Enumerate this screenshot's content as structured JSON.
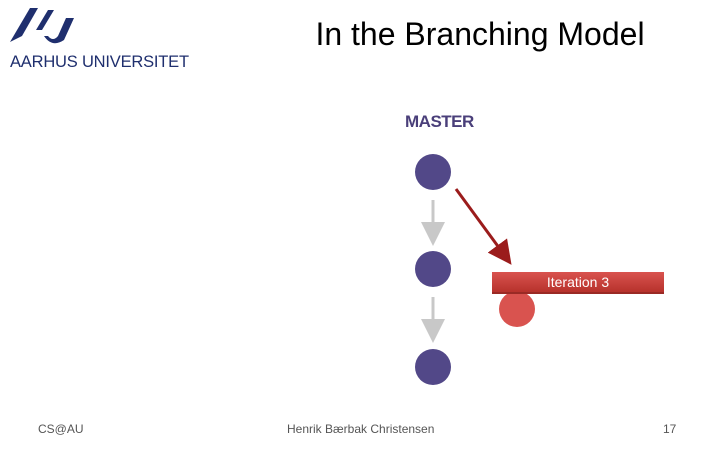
{
  "logo": {
    "text": "AARHUS UNIVERSITET",
    "brand_color": "#1f2f6e"
  },
  "slide": {
    "title": "In the Branching Model"
  },
  "diagram": {
    "master_label": "MASTER",
    "branch_label": "Iteration 3",
    "colors": {
      "master_commit": "#524888",
      "branch_commit": "#d9534f",
      "branch_arrow": "#9b1c1c",
      "master_arrow": "#c8c8c8"
    }
  },
  "footer": {
    "left": "CS@AU",
    "center": "Henrik Bærbak Christensen",
    "page_number": "17"
  }
}
